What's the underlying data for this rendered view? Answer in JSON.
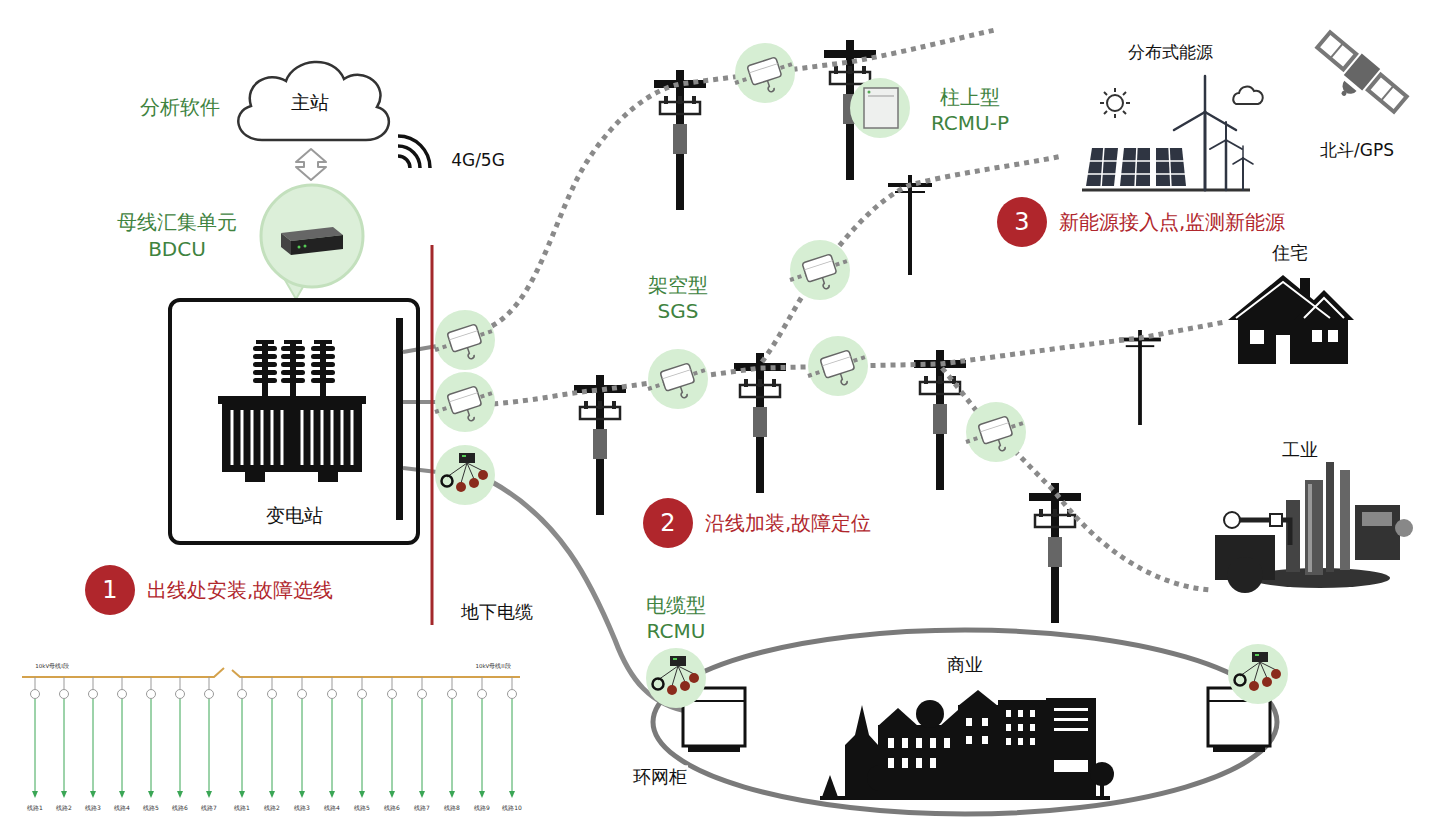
{
  "diagram": {
    "nodes": [
      {
        "text": [
          "主站"
        ]
      },
      {
        "text": [
          "母线汇集单元 BDCU"
        ]
      },
      {
        "text": [
          "变电站"
        ]
      },
      {
        "text": [
          "1",
          "出线处安装,故障选线"
        ]
      },
      {
        "text": [
          "2",
          "沿线加装,故障定位"
        ]
      },
      {
        "text": [
          "3",
          "新能源接入点,监测新能源"
        ]
      },
      {
        "text": [
          "商业"
        ]
      }
    ],
    "edges": [
      {
        "from": 0,
        "to": 1,
        "arrow": "both"
      }
    ],
    "labels": [
      "分析软件",
      "4G/5G",
      "地下电缆",
      "架空型 SGS",
      "柱上型 RCMU-P",
      "分布式能源",
      "北斗/GPS",
      "住宅",
      "工业",
      "电缆型 RCMU",
      "环网柜",
      "10kV母线I段",
      "10kV母线II段",
      "线路1",
      "线路2",
      "线路3",
      "线路4",
      "线路5",
      "线路6",
      "线路7",
      "线路1",
      "线路2",
      "线路3",
      "线路4",
      "线路5",
      "线路6",
      "线路7",
      "线路8",
      "线路9",
      "线路10"
    ]
  }
}
